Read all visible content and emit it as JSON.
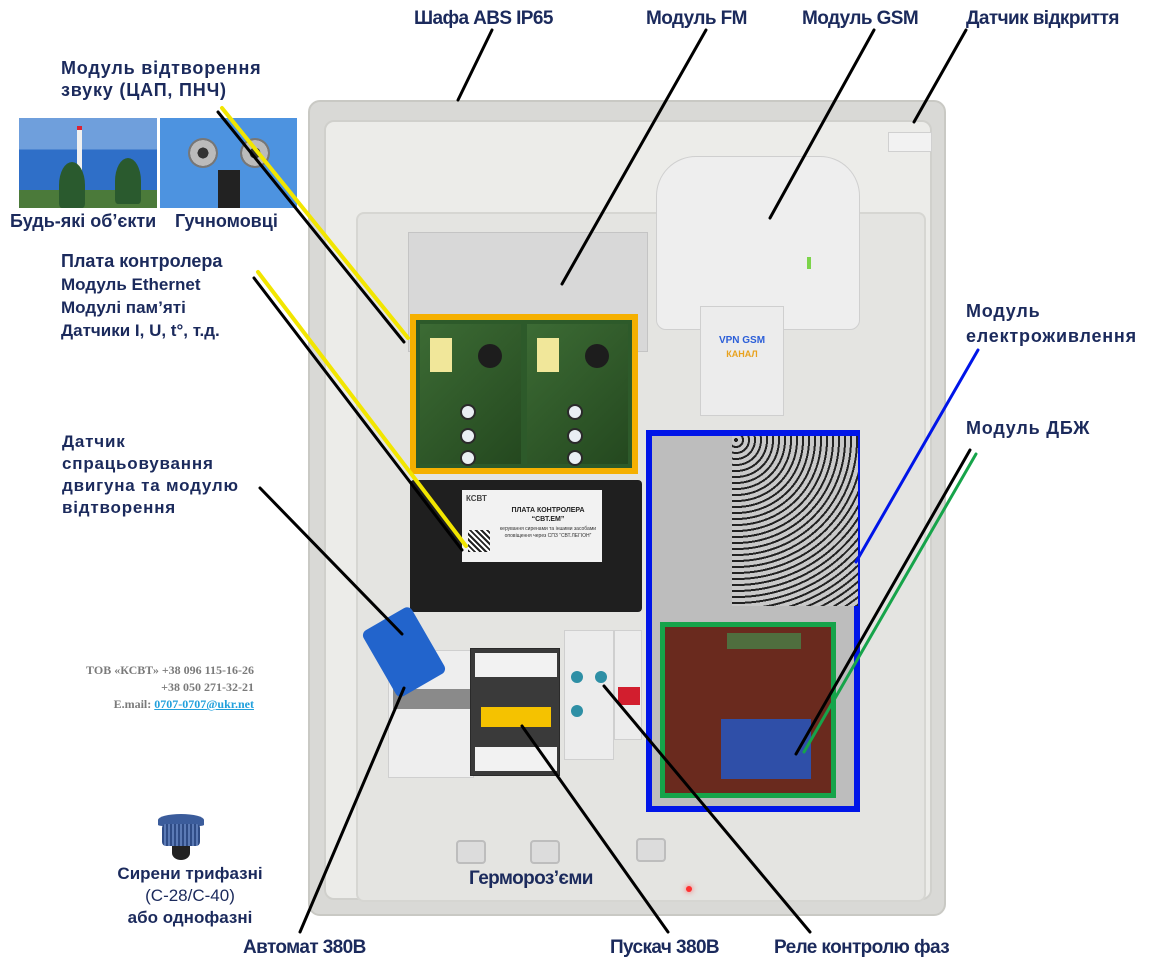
{
  "labels": {
    "cabinet": "Шафа ABS IP65",
    "fm_module": "Модуль FM",
    "gsm_module": "Модуль GSM",
    "door_sensor": "Датчик відкриття",
    "sound_module": [
      "Модуль відтворення",
      "звуку (ЦАП, ПНЧ)"
    ],
    "controller": [
      "Плата контролера",
      "Модуль Ethernet",
      "Модулі пам’яті",
      "Датчики I, U, t°, т.д."
    ],
    "motor_sensor": [
      "Датчик",
      "спрацьовування",
      "двигуна та модулю",
      "відтворення"
    ],
    "power_module": [
      "Модуль",
      "електроживлення"
    ],
    "ups_module": "Модуль ДБЖ",
    "breaker": "Автомат 380В",
    "starter": "Пускач 380В",
    "phase_relay": "Реле контролю фаз",
    "glands": "Гермороз’єми",
    "sirens": [
      "Сирени трифазні",
      "(С-28/С-40)",
      "або однофазні"
    ]
  },
  "photos": {
    "any_objects": "Будь-які об’єкти",
    "loudspeakers": "Гучномовці"
  },
  "sticker": {
    "logo": "КСВТ",
    "title_1": "ПЛАТА КОНТРОЛЕРА",
    "title_2": "“СВТ.ЕМ”",
    "subtitle": "керування сиренами та іншими засобами оповіщення через СПЗ “СВТ.ЛЕГІОН”"
  },
  "vpn_box": {
    "line1": "VPN GSM",
    "line2": "КАНАЛ"
  },
  "contact": {
    "company_phone1": "ТОВ «КСВТ» +38 096 115-16-26",
    "phone2": "+38 050 271-32-21",
    "email_label": "E.mail:",
    "email": "0707-0707@ukr.net"
  },
  "colors": {
    "label_text": "#1b2a5c",
    "controller_frame": "#f5b000",
    "power_frame": "#0015e8",
    "ups_frame": "#16a44a",
    "leader_yellow": "#f2e600",
    "email_link": "#21a0dc",
    "contact_text": "#7a7a7a"
  }
}
